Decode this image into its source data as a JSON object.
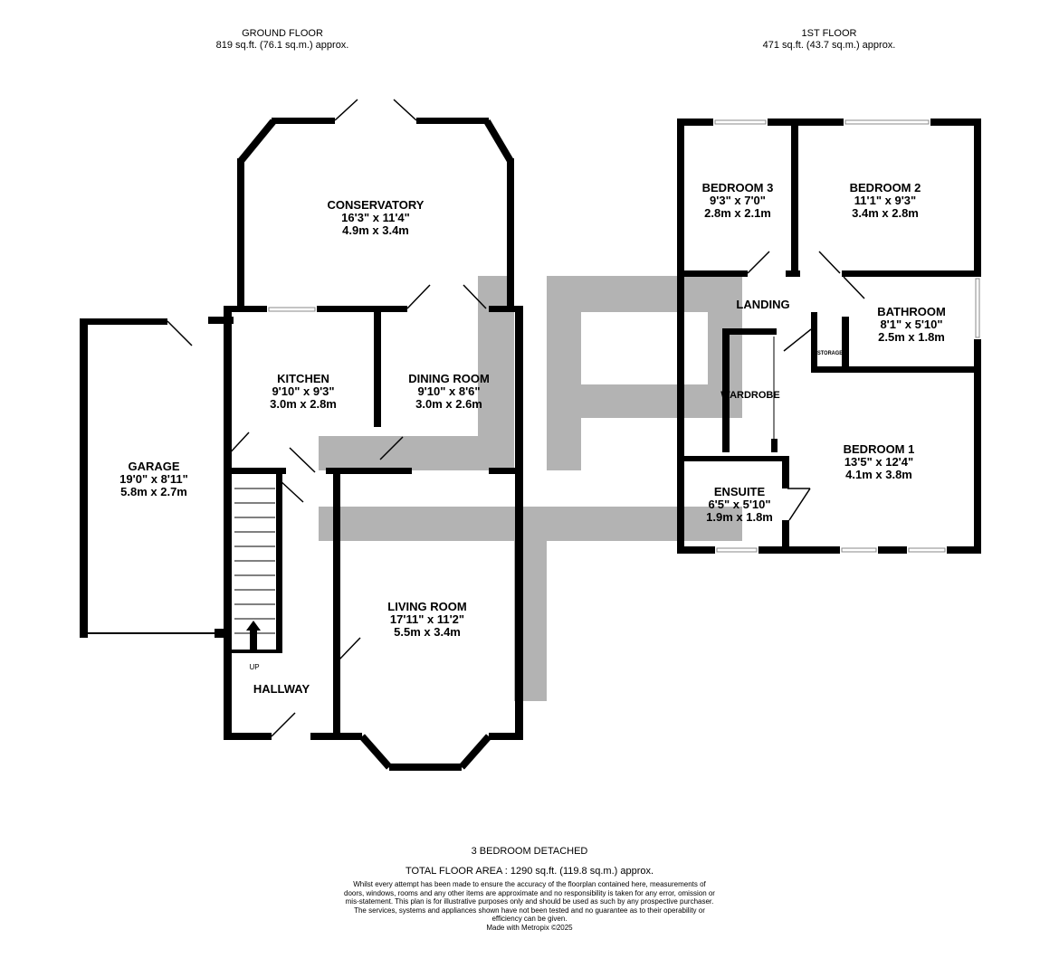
{
  "ground_floor": {
    "title": "GROUND FLOOR",
    "area": "819 sq.ft. (76.1 sq.m.) approx."
  },
  "first_floor": {
    "title": "1ST FLOOR",
    "area": "471 sq.ft. (43.7 sq.m.) approx."
  },
  "rooms": {
    "conservatory": {
      "name": "CONSERVATORY",
      "imperial": "16'3\"  x 11'4\"",
      "metric": "4.9m  x 3.4m"
    },
    "kitchen": {
      "name": "KITCHEN",
      "imperial": "9'10\"  x 9'3\"",
      "metric": "3.0m  x 2.8m"
    },
    "dining": {
      "name": "DINING ROOM",
      "imperial": "9'10\"  x 8'6\"",
      "metric": "3.0m  x 2.6m"
    },
    "garage": {
      "name": "GARAGE",
      "imperial": "19'0\"  x 8'11\"",
      "metric": "5.8m  x 2.7m"
    },
    "living": {
      "name": "LIVING ROOM",
      "imperial": "17'11\"  x 11'2\"",
      "metric": "5.5m  x 3.4m"
    },
    "hallway": {
      "name": "HALLWAY"
    },
    "stairs_up": "UP",
    "bedroom3": {
      "name": "BEDROOM 3",
      "imperial": "9'3\"  x 7'0\"",
      "metric": "2.8m  x 2.1m"
    },
    "bedroom2": {
      "name": "BEDROOM 2",
      "imperial": "11'1\"  x 9'3\"",
      "metric": "3.4m  x 2.8m"
    },
    "landing": {
      "name": "LANDING"
    },
    "bathroom": {
      "name": "BATHROOM",
      "imperial": "8'1\"  x 5'10\"",
      "metric": "2.5m  x 1.8m"
    },
    "storage": {
      "name": "STORAGE"
    },
    "wardrobe": {
      "name": "WARDROBE"
    },
    "bedroom1": {
      "name": "BEDROOM 1",
      "imperial": "13'5\"  x 12'4\"",
      "metric": "4.1m  x 3.8m"
    },
    "ensuite": {
      "name": "ENSUITE",
      "imperial": "6'5\"  x 5'10\"",
      "metric": "1.9m  x 1.8m"
    }
  },
  "footer": {
    "property_type": "3 BEDROOM DETACHED",
    "total_area": "TOTAL FLOOR AREA : 1290 sq.ft. (119.8 sq.m.) approx.",
    "disclaimer": "Whilst every attempt has been made to ensure the accuracy of the floorplan contained here, measurements of doors, windows, rooms and any other items are approximate and no responsibility is taken for any error, omission or mis-statement. This plan is for illustrative purposes only and should be used as such by any prospective purchaser. The services, systems and appliances shown have not been tested and no guarantee as to their operability or efficiency can be given.",
    "made_with": "Made with Metropix ©2025"
  },
  "colors": {
    "wall": "#000000",
    "watermark": "#b3b3b3",
    "background": "#ffffff"
  }
}
